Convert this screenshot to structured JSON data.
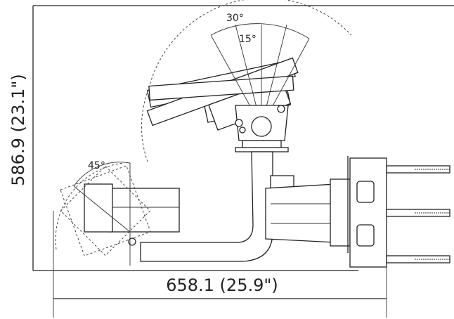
{
  "dimensions": {
    "height_label": "586.9 (23.1\")",
    "width_label": "658.1 (25.9\")"
  },
  "angles": {
    "tilt_30": "30°",
    "tilt_15": "15°",
    "tilt_45": "45°"
  },
  "colors": {
    "line": "#222222",
    "background": "#ffffff"
  }
}
